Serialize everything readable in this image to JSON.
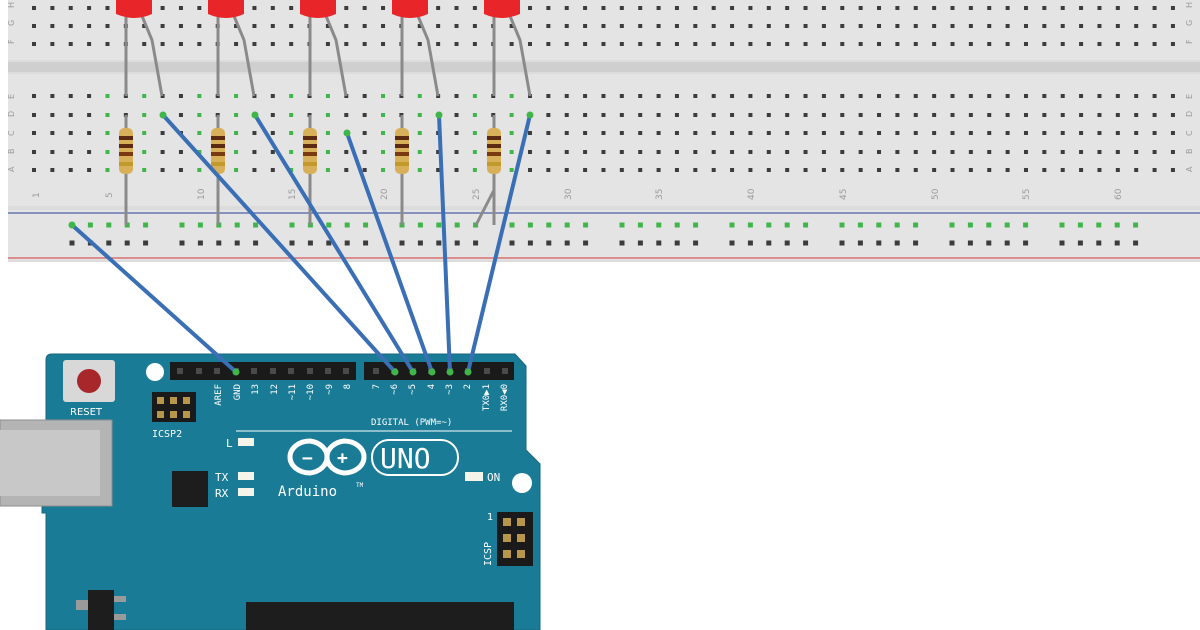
{
  "breadboard": {
    "row_letters_top": [
      "H",
      "G",
      "F"
    ],
    "row_letters_mid": [
      "E",
      "D",
      "C",
      "B",
      "A"
    ],
    "column_numbers": [
      "1",
      "5",
      "10",
      "15",
      "20",
      "25",
      "30",
      "35",
      "40",
      "45",
      "50",
      "55",
      "60"
    ]
  },
  "arduino": {
    "reset_label": "RESET",
    "icsp2_label": "ICSP2",
    "icsp_label": "ICSP",
    "icsp_pin1_label": "1",
    "header_pins_left": [
      "AREF",
      "GND",
      "13",
      "12",
      "~11",
      "~10",
      "~9",
      "8"
    ],
    "header_pins_right": [
      "7",
      "~6",
      "~5",
      "4",
      "~3",
      "2",
      "TX0▶1",
      "RX0◀0"
    ],
    "digital_label": "DIGITAL (PWM=~)",
    "led_l_label": "L",
    "tx_label": "TX",
    "rx_label": "RX",
    "logo_minus": "−",
    "logo_plus": "+",
    "model": "UNO",
    "brand": "Arduino",
    "trademark": "TM",
    "on_label": "ON"
  },
  "colors": {
    "wire": "#3a6fb5",
    "board": "#1a7b96",
    "led": "#e8262a",
    "breadboard": "#dcdcdc",
    "connected_hole": "#3fb54a",
    "power_rail_red": "#d65a5a",
    "power_rail_blue": "#4d5fa8"
  }
}
